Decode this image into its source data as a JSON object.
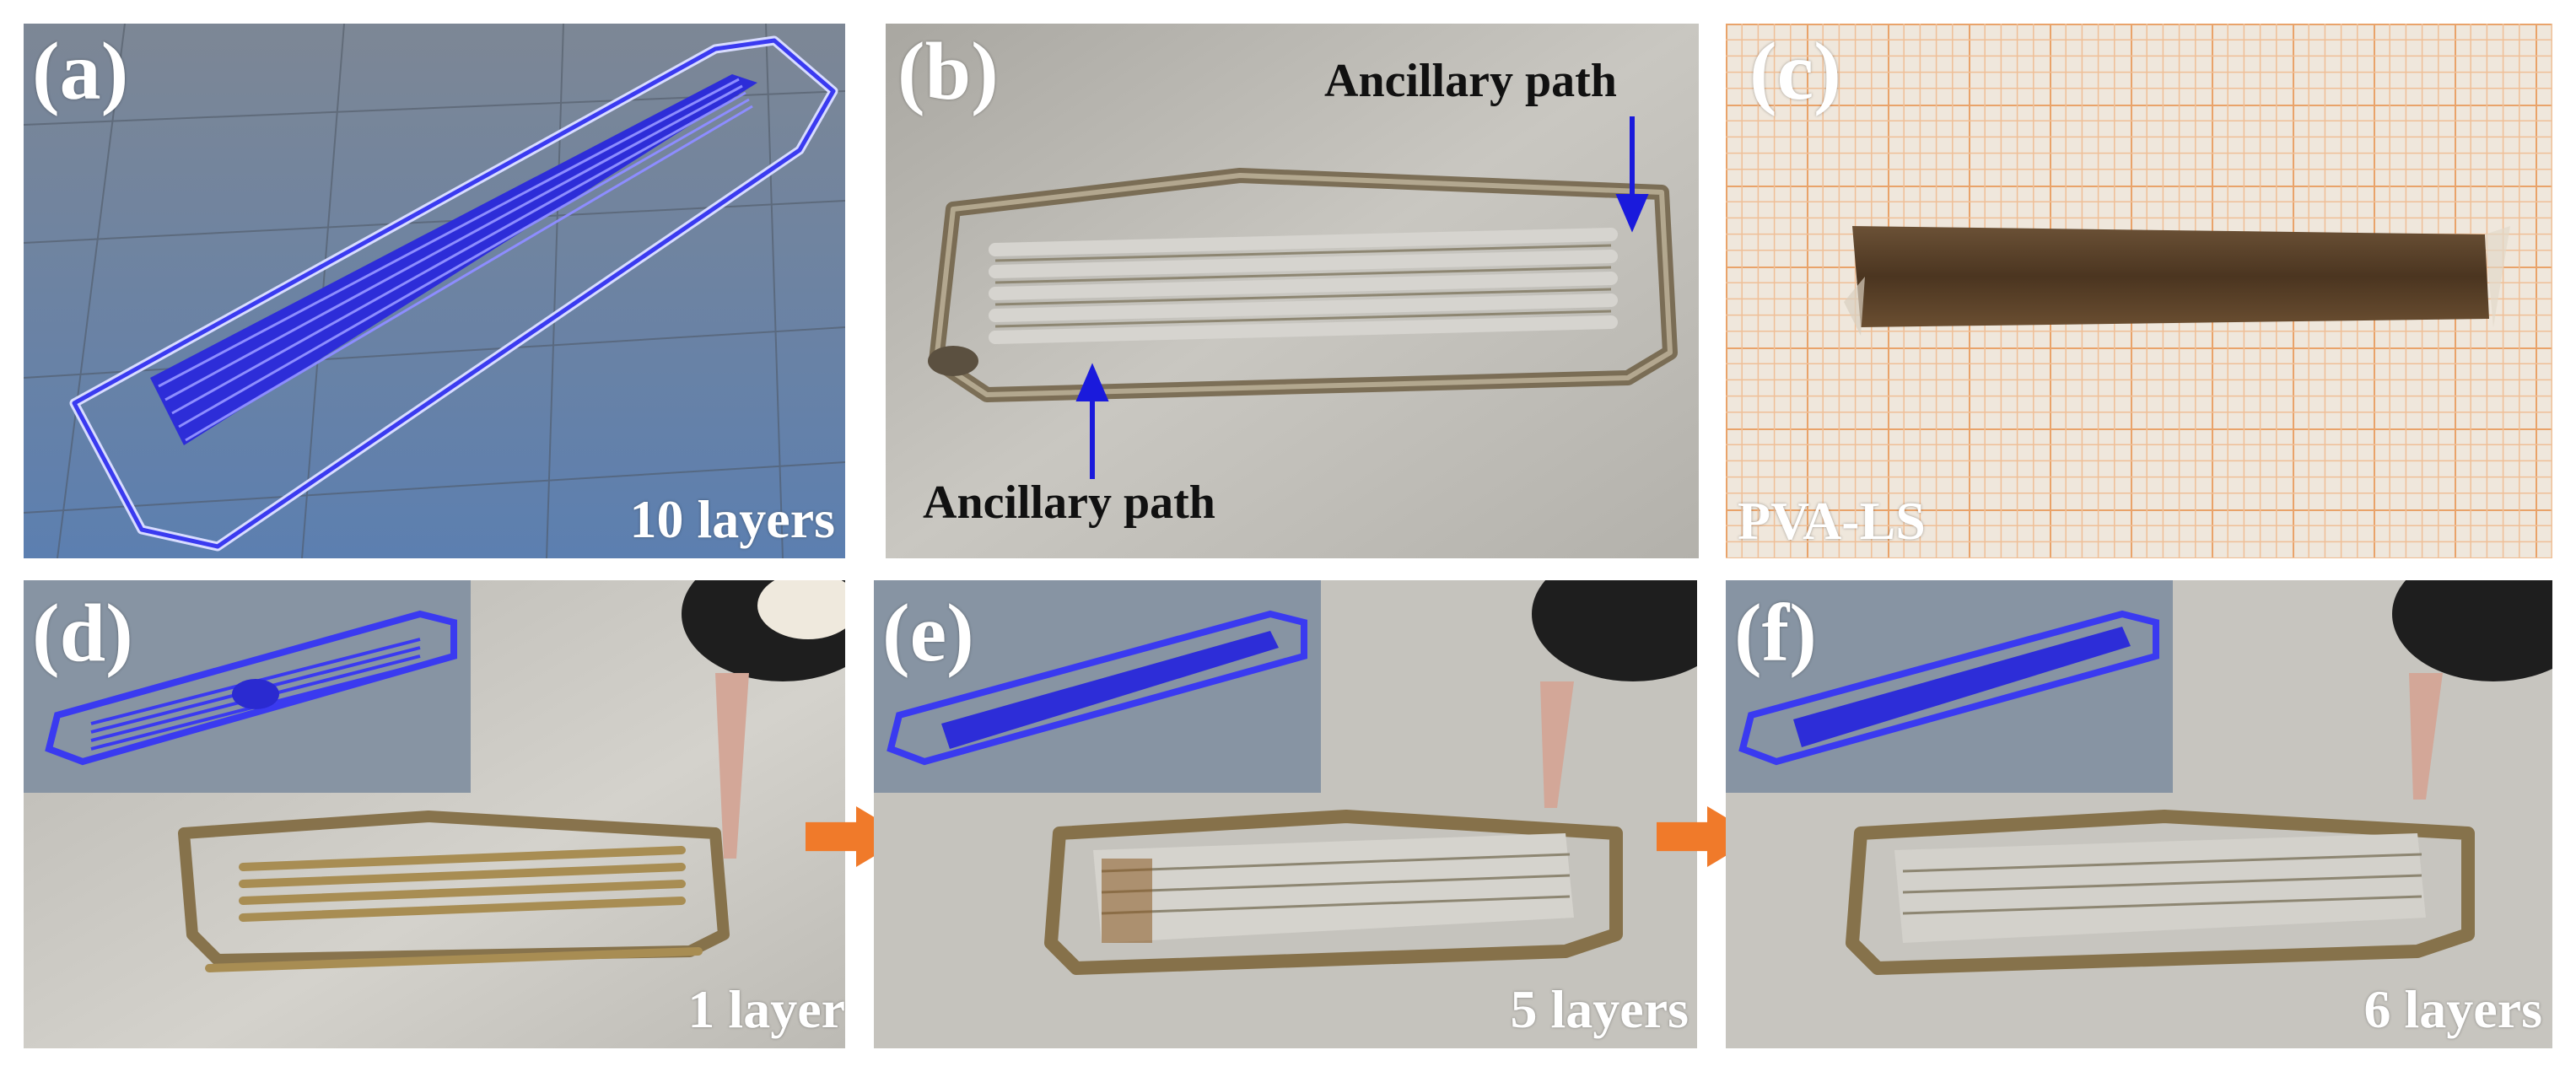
{
  "panels": {
    "a": {
      "label": "(a)",
      "caption": "10 layers"
    },
    "b": {
      "label": "(b)",
      "annotation_top": "Ancillary path",
      "annotation_bottom": "Ancillary path"
    },
    "c": {
      "label": "(c)",
      "caption": "PVA-LS"
    },
    "d": {
      "label": "(d)",
      "caption": "1 layer"
    },
    "e": {
      "label": "(e)",
      "caption": "5 layers"
    },
    "f": {
      "label": "(f)",
      "caption": "6 layers"
    }
  },
  "colors": {
    "print_path_blue": "#3a3af0",
    "annotation_arrow": "#1a1adc",
    "progress_arrow": "#f07a2a",
    "label_text": "#ffffff"
  }
}
